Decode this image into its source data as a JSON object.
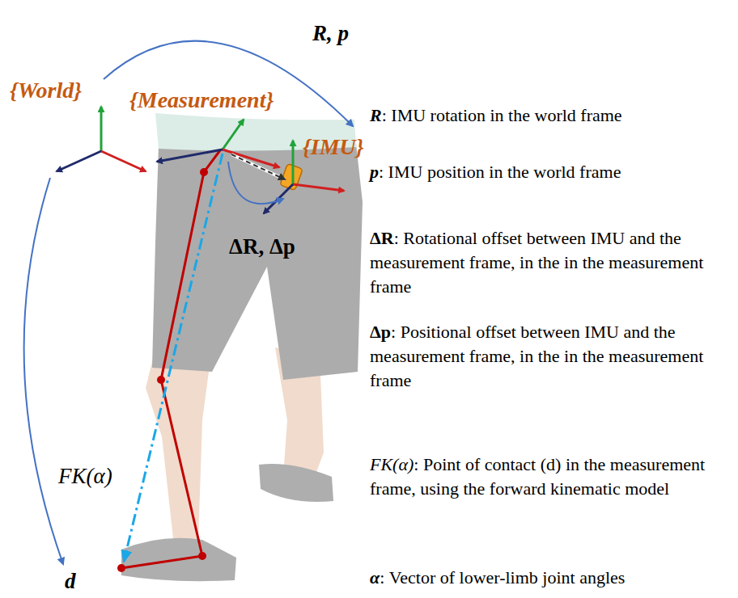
{
  "diagram": {
    "labels": [
      "{World}",
      "R, p",
      "{Measurement}",
      "{IMU}",
      "ΔR, Δp",
      "FK(α)",
      "d",
      "R",
      ": IMU rotation in the world frame",
      "p",
      ": IMU position in the world frame",
      "ΔR",
      ": Rotational offset between IMU and the measurement frame, in the in the measurement frame",
      "Δp",
      ": Positional offset between IMU and the measurement frame, in the in the measurement frame",
      "FK(α)",
      ": Point of contact (d) in the measurement frame, using the forward kinematic model",
      "α",
      ": Vector of lower-limb joint angles"
    ]
  }
}
